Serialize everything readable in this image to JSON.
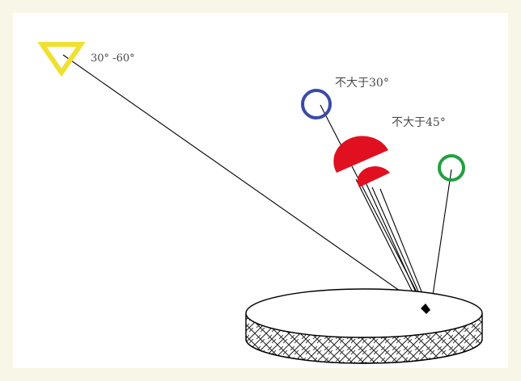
{
  "labels": {
    "angle_range": "30° -60°",
    "max_30": "不大于30°",
    "max_45": "不大于45°"
  },
  "icons": {
    "key_light": "yellow-triangle-icon",
    "blue_light": "blue-circle-icon",
    "green_light": "green-circle-icon",
    "reflector": "red-half-disc-icon"
  },
  "colors": {
    "background": "#f8f6e6",
    "canvas": "#ffffff",
    "triangle": "#f0e030",
    "blue_circle": "#3a4aa8",
    "green_circle": "#22a040",
    "reflector": "#e01020",
    "line": "#000000",
    "label": "#4a4a4a"
  }
}
